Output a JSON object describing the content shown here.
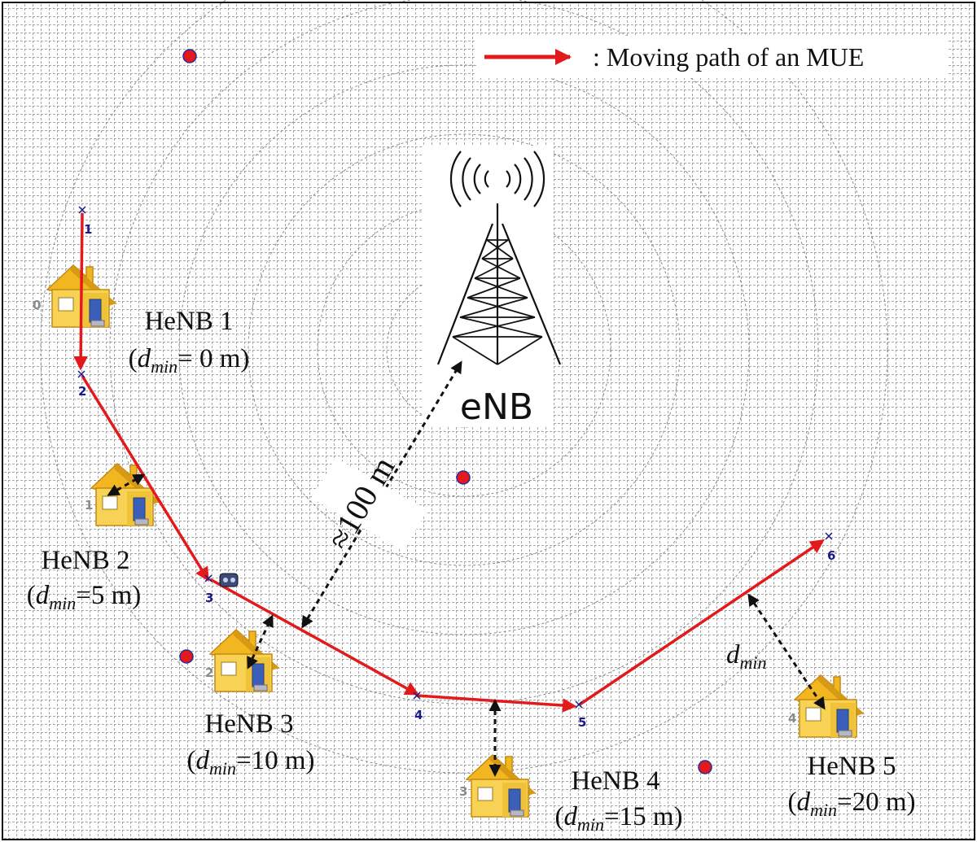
{
  "legend": {
    "text": ": Moving path of an MUE",
    "arrow_color": "#e31a1c"
  },
  "enb": {
    "label": "eNB",
    "distance_label": "≈100 m"
  },
  "waypoints": [
    {
      "label": "1"
    },
    {
      "label": "2"
    },
    {
      "label": "3"
    },
    {
      "label": "4"
    },
    {
      "label": "5"
    },
    {
      "label": "6"
    }
  ],
  "henbs": [
    {
      "index": "0",
      "name": "HeNB 1",
      "dmin_prefix": "(",
      "dmin_sym": "d",
      "dmin_sub": "min",
      "dmin_value": "= 0 m)"
    },
    {
      "index": "1",
      "name": "HeNB 2",
      "dmin_prefix": "(",
      "dmin_sym": "d",
      "dmin_sub": "min",
      "dmin_value": "=5 m)"
    },
    {
      "index": "2",
      "name": "HeNB 3",
      "dmin_prefix": "(",
      "dmin_sym": "d",
      "dmin_sub": "min",
      "dmin_value": "=10 m)"
    },
    {
      "index": "3",
      "name": "HeNB 4",
      "dmin_prefix": "(",
      "dmin_sym": "d",
      "dmin_sub": "min",
      "dmin_value": "=15 m)"
    },
    {
      "index": "4",
      "name": "HeNB 5",
      "dmin_prefix": "(",
      "dmin_sym": "d",
      "dmin_sub": "min",
      "dmin_value": "=20 m)"
    }
  ],
  "dmin_label": {
    "sym": "d",
    "sub": "min"
  },
  "colors": {
    "path": "#e31a1c",
    "grid": "#9a9a9a",
    "waypoint": "#1a1a8c",
    "red_dot": "#e31a1c",
    "house_wall": "#f5c842",
    "house_roof": "#f2b620"
  },
  "icons": [
    "house-icon",
    "tower-icon",
    "red-dot-icon",
    "mue-phone-icon"
  ]
}
